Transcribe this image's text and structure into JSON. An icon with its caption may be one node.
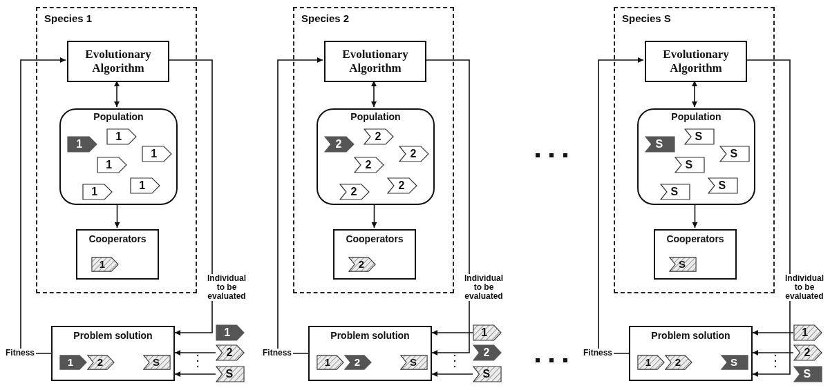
{
  "diagram": {
    "nodes": [
      {
        "text": [
          "Species 1"
        ]
      },
      {
        "text": [
          "Evolutionary Algorithm"
        ],
        "in": 0
      },
      {
        "text": [
          "Population"
        ],
        "in": 0
      },
      {
        "text": [
          "1"
        ],
        "in": 2
      },
      {
        "text": [
          "1"
        ],
        "in": 2
      },
      {
        "text": [
          "1"
        ],
        "in": 2
      },
      {
        "text": [
          "1"
        ],
        "in": 2
      },
      {
        "text": [
          "1"
        ],
        "in": 2
      },
      {
        "text": [
          "1"
        ],
        "in": 2
      },
      {
        "text": [
          "Cooperators"
        ],
        "in": 0
      },
      {
        "text": [
          "1"
        ],
        "in": 9
      },
      {
        "text": [
          "Problem solution"
        ]
      },
      {
        "text": [
          "1"
        ],
        "in": 11
      },
      {
        "text": [
          "2"
        ],
        "in": 11
      },
      {
        "text": [
          "S"
        ],
        "in": 11
      },
      {
        "text": [
          "1"
        ]
      },
      {
        "text": [
          "2"
        ]
      },
      {
        "text": [
          "S"
        ]
      },
      {
        "text": [
          "Species 2"
        ]
      },
      {
        "text": [
          "Evolutionary Algorithm"
        ],
        "in": 18
      },
      {
        "text": [
          "Population"
        ],
        "in": 18
      },
      {
        "text": [
          "2"
        ],
        "in": 20
      },
      {
        "text": [
          "2"
        ],
        "in": 20
      },
      {
        "text": [
          "2"
        ],
        "in": 20
      },
      {
        "text": [
          "2"
        ],
        "in": 20
      },
      {
        "text": [
          "2"
        ],
        "in": 20
      },
      {
        "text": [
          "2"
        ],
        "in": 20
      },
      {
        "text": [
          "Cooperators"
        ],
        "in": 18
      },
      {
        "text": [
          "2"
        ],
        "in": 27
      },
      {
        "text": [
          "Problem solution"
        ]
      },
      {
        "text": [
          "1"
        ],
        "in": 29
      },
      {
        "text": [
          "2"
        ],
        "in": 29
      },
      {
        "text": [
          "S"
        ],
        "in": 29
      },
      {
        "text": [
          "1"
        ]
      },
      {
        "text": [
          "2"
        ]
      },
      {
        "text": [
          "S"
        ]
      },
      {
        "text": [
          "Species S"
        ]
      },
      {
        "text": [
          "Evolutionary Algorithm"
        ],
        "in": 36
      },
      {
        "text": [
          "Population"
        ],
        "in": 36
      },
      {
        "text": [
          "S"
        ],
        "in": 38
      },
      {
        "text": [
          "S"
        ],
        "in": 38
      },
      {
        "text": [
          "S"
        ],
        "in": 38
      },
      {
        "text": [
          "S"
        ],
        "in": 38
      },
      {
        "text": [
          "S"
        ],
        "in": 38
      },
      {
        "text": [
          "S"
        ],
        "in": 38
      },
      {
        "text": [
          "Cooperators"
        ],
        "in": 36
      },
      {
        "text": [
          "S"
        ],
        "in": 45
      },
      {
        "text": [
          "Problem solution"
        ]
      },
      {
        "text": [
          "1"
        ],
        "in": 47
      },
      {
        "text": [
          "2"
        ],
        "in": 47
      },
      {
        "text": [
          "S"
        ],
        "in": 47
      },
      {
        "text": [
          "1"
        ]
      },
      {
        "text": [
          "2"
        ]
      },
      {
        "text": [
          "S"
        ]
      }
    ],
    "edges": [
      {
        "from": 1,
        "to": 2,
        "arrow": "both"
      },
      {
        "from": 2,
        "to": 9,
        "arrow": "to"
      },
      {
        "from": 1,
        "to": 11,
        "arrow": "to",
        "label": "Individual to be evaluated"
      },
      {
        "from": 16,
        "to": 11,
        "arrow": "to"
      },
      {
        "from": 17,
        "to": 11,
        "arrow": "to"
      },
      {
        "from": 11,
        "to": 1,
        "arrow": "to",
        "label": "Fitness"
      },
      {
        "from": 19,
        "to": 20,
        "arrow": "both"
      },
      {
        "from": 20,
        "to": 27,
        "arrow": "to"
      },
      {
        "from": 19,
        "to": 29,
        "arrow": "to",
        "label": "Individual to be evaluated"
      },
      {
        "from": 33,
        "to": 29,
        "arrow": "to"
      },
      {
        "from": 35,
        "to": 29,
        "arrow": "to"
      },
      {
        "from": 29,
        "to": 19,
        "arrow": "to",
        "label": "Fitness"
      },
      {
        "from": 37,
        "to": 38,
        "arrow": "both"
      },
      {
        "from": 38,
        "to": 45,
        "arrow": "to"
      },
      {
        "from": 37,
        "to": 47,
        "arrow": "to",
        "label": "Individual to be evaluated"
      },
      {
        "from": 51,
        "to": 47,
        "arrow": "to"
      },
      {
        "from": 52,
        "to": 47,
        "arrow": "to"
      },
      {
        "from": 47,
        "to": 37,
        "arrow": "to",
        "label": "Fitness"
      }
    ]
  }
}
